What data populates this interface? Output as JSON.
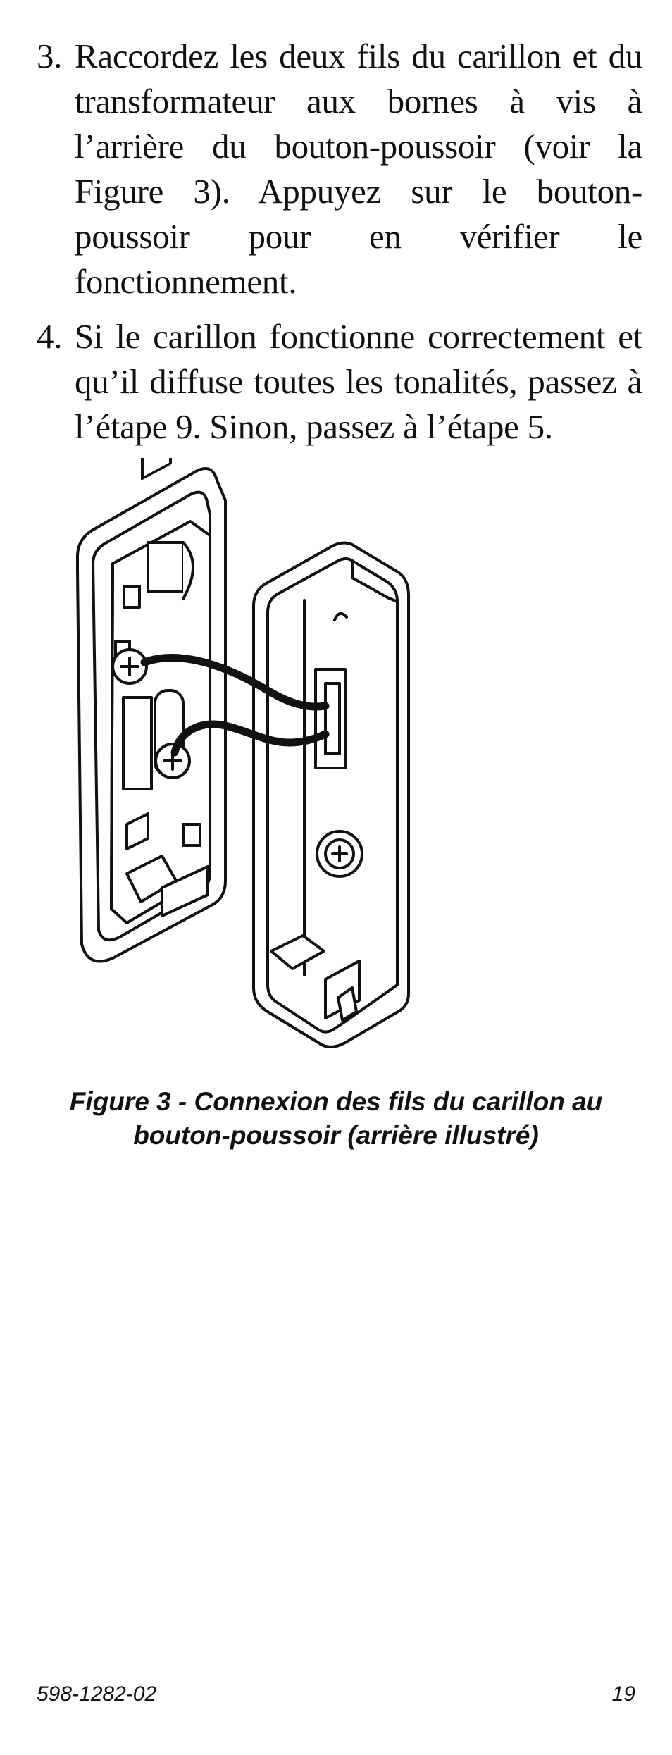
{
  "steps": [
    {
      "number": "3.",
      "text": "Raccordez les deux fils du carillon et du transformateur aux bornes à vis à l’arrière du bouton-poussoir (voir la Figure 3). Appuyez sur le bouton-poussoir pour en vérifier le fonctionnement."
    },
    {
      "number": "4.",
      "text": "Si le carillon fonctionne correctement et qu’il diffuse toutes les tonalités, passez à l’étape 9. Sinon, passez à l’étape 5."
    }
  ],
  "figure": {
    "caption_line1": "Figure 3 - Connexion des fils du carillon au",
    "caption_line2": "bouton-poussoir (arrière illustré)"
  },
  "footer": {
    "doc_number": "598-1282-02",
    "page_number": "19"
  }
}
